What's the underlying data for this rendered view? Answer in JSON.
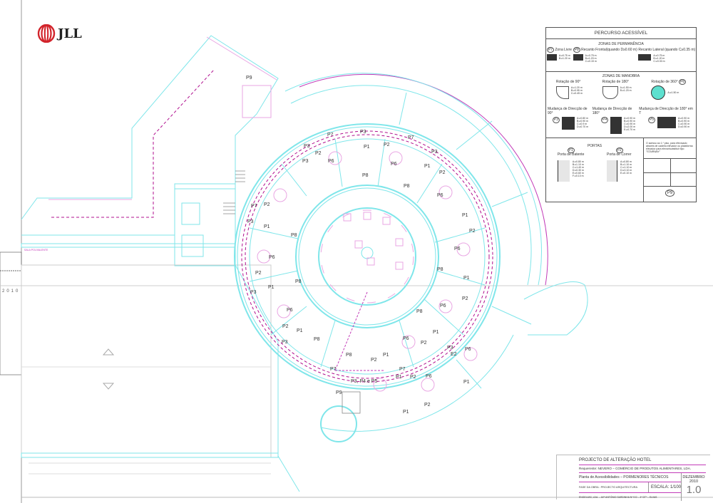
{
  "logo": {
    "text": "JLL",
    "color": "#d2232a"
  },
  "side_strip": {
    "year": "2010"
  },
  "plan": {
    "wing_label": "SALA POLIVALENTE",
    "labels": [
      "P9",
      "P7",
      "P3",
      "P1",
      "P2",
      "P6",
      "P8",
      "P7",
      "P3",
      "P1",
      "P2",
      "P6",
      "P8",
      "P2",
      "P6",
      "P1",
      "P3",
      "P2",
      "P6",
      "P8",
      "P1",
      "P3",
      "P2",
      "P6",
      "P8",
      "P7",
      "P2",
      "P3",
      "P1",
      "P8",
      "P6",
      "P2",
      "P3",
      "P1",
      "P6",
      "P8",
      "P2",
      "P1",
      "P3",
      "P8",
      "P7",
      "P3, P4 e P5",
      "P9",
      "P1",
      "P2",
      "P6",
      "P1",
      "P2",
      "P3",
      "E2",
      "P6",
      "P1",
      "P7",
      "P2",
      "P1",
      "P8",
      "P6",
      "P2",
      "P1"
    ]
  },
  "legend": {
    "title": "PERCURSO ACESSÍVEL",
    "permanencia": {
      "heading": "ZONAS DE PERMANÊNCIA",
      "items": [
        {
          "code": "P7",
          "label": "Zona Livre",
          "dims": [
            "A:≥0.75 m",
            "B:≥1.20 m"
          ]
        },
        {
          "code": "P8",
          "label": "Recanto Frontal(quando D≥0.60 m)",
          "dims": [
            "A:≥0.75 m",
            "B:≥1.20 m",
            "C:≥0.15 m"
          ]
        },
        {
          "code": "",
          "label": "Recanto Lateral (quando C≥0.35 m)",
          "dims": [
            "A:≥0.75 m",
            "B:≥1.20 m",
            "C:≥0.30 m"
          ]
        }
      ]
    },
    "manobra": {
      "heading": "ZONAS DE MANOBRA",
      "items": [
        {
          "code": "",
          "label": "Rotação de 90°",
          "dims": [
            "A:≥1.20 m",
            "B:≥0.95 m",
            "C:≥0.45 m"
          ]
        },
        {
          "code": "",
          "label": "Rotação de 180°",
          "dims": [
            "A:≥1.50 m",
            "B:≥1.20 m"
          ]
        },
        {
          "code": "P6",
          "label": "Rotação de 360°",
          "dims": [
            "A:≥1.50 m"
          ]
        },
        {
          "code": "P3",
          "label": "Mudança de Direcção de 90°",
          "dims": [
            "A:≥0.80 m",
            "B:≥0.90 m",
            "C:≥0.9 m",
            "D:≥0.70 m"
          ]
        },
        {
          "code": "P4",
          "label": "Mudança de Direcção de 180°",
          "dims": [
            "A:≥0.90 m",
            "B:≥0.90 m",
            "C:≥0.90 m",
            "D:≥2.00 m",
            "E:≥0.70 m"
          ]
        },
        {
          "code": "P5",
          "label": "Mudança de Direcção de 180° em T",
          "dims": [
            "A:≥0.90 m",
            "B:≥0.90 m",
            "C:≥0.90 m",
            "D:≥0.90 m"
          ]
        }
      ]
    },
    "portas": {
      "heading": "PORTAS",
      "items": [
        {
          "code": "P1",
          "label": "Porta de Batente",
          "dims": [
            "A:≥0.80 m",
            "B:≥1.10 m",
            "C:≥1.40 m",
            "D:≥0.30 m",
            "E:≥0.60 m",
            "F:≥0.10 m"
          ]
        },
        {
          "code": "P2",
          "label": "Porta de Correr",
          "dims": [
            "A:≥0.80 m",
            "B:≥1.10 m",
            "C:≥1.10 m",
            "D:≥0.10 m",
            "E:≥0.10 m"
          ]
        }
      ]
    },
    "note": {
      "text": "O acesso ao 1.º piso, para efectuado através de cadeira elevador ou plataforma elevador para elevar/substituir tipo \"STAIRWAY\"",
      "code": "P9"
    },
    "accent": "#5ee0cf"
  },
  "title_block": {
    "project": "PROJECTO DE ALTERAÇÃO HOTEL",
    "requerente": "Requerente:  NEVERO – COMÉRCIO DE PRODUTOS ALIMENTARES, LDA.",
    "planta": "Planta  de  Acessibilidades – PORMENORES TÉCNICOS",
    "date": "DEZEMBRO 2010",
    "fase": "FASE DA OBRA :  PROJECTO ARQUITECTURA",
    "escala": "ESCALA: 1/100",
    "revision": "1.0",
    "firm": "ENGELVAS, LDA. – AVª ANTÓNIO SARDINHA Nº 9 D – 4º DTº – ELVAS"
  }
}
